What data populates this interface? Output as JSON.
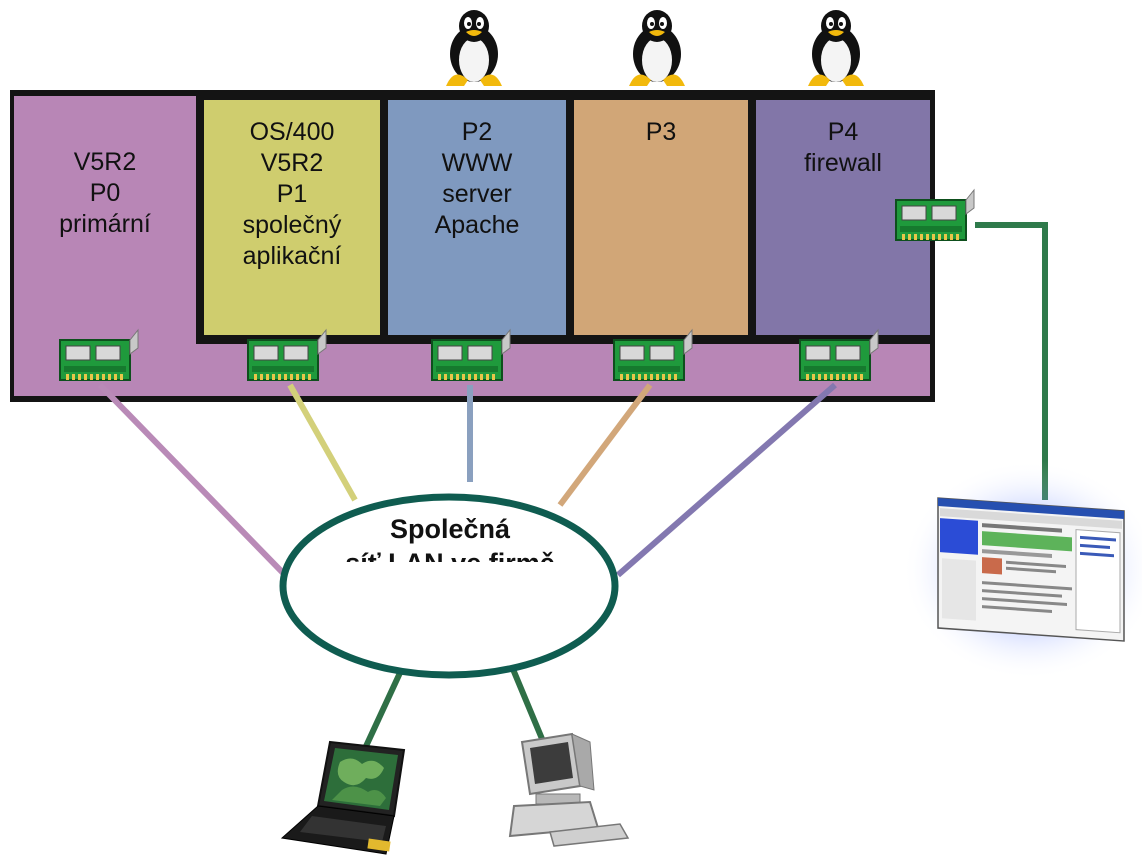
{
  "partitions": [
    {
      "id": "p0",
      "lines": [
        "V5R2",
        "P0",
        "primární"
      ],
      "color": "#b886b6"
    },
    {
      "id": "p1",
      "lines": [
        "OS/400",
        "V5R2",
        "P1",
        "společný",
        "aplikační"
      ],
      "color": "#cfcd6e"
    },
    {
      "id": "p2",
      "lines": [
        "P2",
        "WWW",
        "server",
        "Apache"
      ],
      "color": "#7f99bf"
    },
    {
      "id": "p3",
      "lines": [
        "P3"
      ],
      "color": "#d1a677"
    },
    {
      "id": "p4",
      "lines": [
        "P4",
        "firewall"
      ],
      "color": "#8276a8"
    }
  ],
  "network": {
    "label_line1": "Společná",
    "label_line2": "síť LAN ve firmě"
  },
  "cable_colors": {
    "p0": "#b98ab7",
    "p1": "#d3d07a",
    "p2": "#8aa0bf",
    "p3": "#d2a77a",
    "p4": "#8378b0",
    "external": "#2f7a4b",
    "clients": "#2f6f46"
  },
  "icons": {
    "linux": "penguin-icon",
    "adapter": "network-adapter-icon",
    "browser": "web-browser-window-icon",
    "laptop": "laptop-icon",
    "desktop": "desktop-computer-icon"
  }
}
